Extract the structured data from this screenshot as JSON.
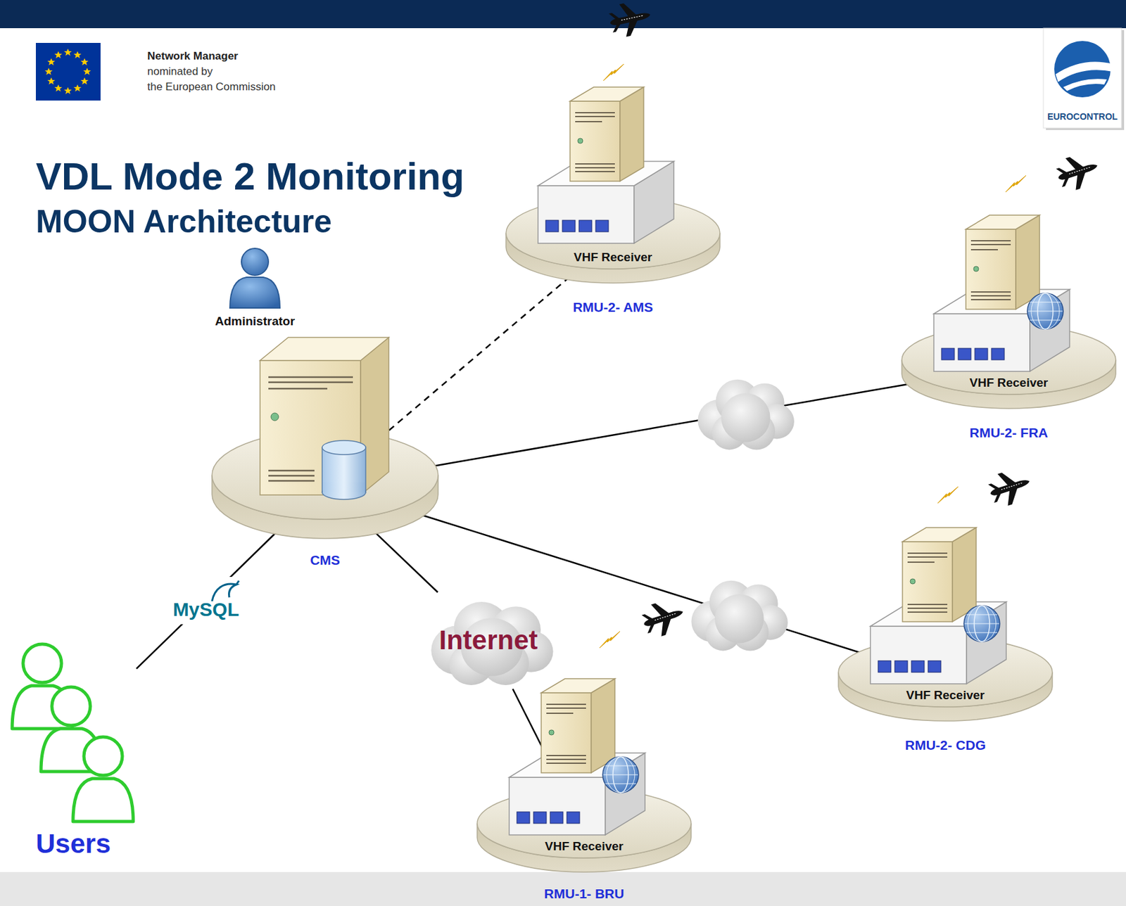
{
  "diagram": {
    "title": "VDL Mode 2 Monitoring",
    "nodes": [
      {
        "text": [
          "VHF Receiver",
          "RMU-2- AMS"
        ]
      },
      {
        "text": [
          "Administrator"
        ]
      },
      {
        "text": [
          "CMS"
        ]
      },
      {
        "text": [
          "VHF Receiver",
          "RMU-2- FRA"
        ]
      },
      {
        "text": [
          "VHF Receiver",
          "RMU-2- CDG"
        ]
      },
      {
        "text": [
          "Internet"
        ]
      },
      {
        "text": [
          "Users"
        ]
      },
      {
        "text": [
          "VHF Receiver",
          "RMU-1- BRU"
        ]
      }
    ],
    "edges": [
      {
        "from": 2,
        "to": 0,
        "arrow": "none"
      },
      {
        "from": 2,
        "to": 3,
        "arrow": "none"
      },
      {
        "from": 2,
        "to": 4,
        "arrow": "none"
      },
      {
        "from": 2,
        "to": 5,
        "arrow": "none"
      },
      {
        "from": 5,
        "to": 7,
        "arrow": "none"
      },
      {
        "from": 2,
        "to": 6,
        "arrow": "none",
        "label": "MySQL"
      }
    ],
    "labels": [
      "Network Manager",
      "nominated by",
      "the European Commission",
      "EUROCONTROL",
      "MOON Architecture"
    ]
  }
}
